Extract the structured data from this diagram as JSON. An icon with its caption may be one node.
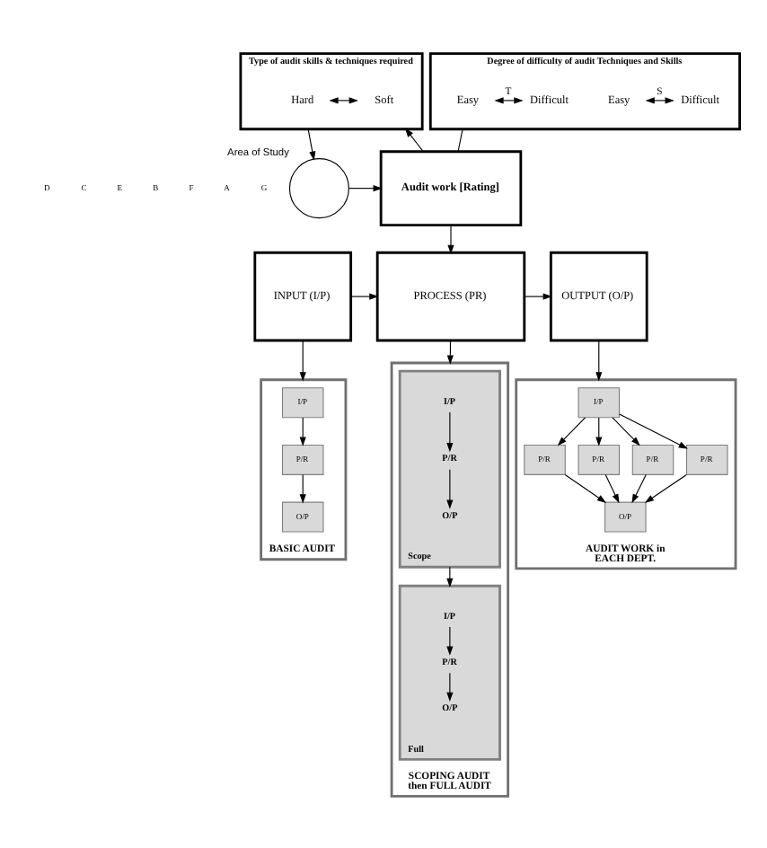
{
  "diagram": {
    "nodes": [
      {
        "text": [
          "Type of audit skills & techniques required"
        ]
      },
      {
        "text": [
          "Hard"
        ],
        "in": 0
      },
      {
        "text": [
          "Soft"
        ],
        "in": 0
      },
      {
        "text": [
          "Degree of difficulty of audit Techniques and Skills"
        ]
      },
      {
        "text": [
          "Easy"
        ],
        "in": 3
      },
      {
        "text": [
          "Difficult"
        ],
        "in": 3
      },
      {
        "text": [
          "Easy"
        ],
        "in": 3
      },
      {
        "text": [
          "Difficult"
        ],
        "in": 3
      },
      {
        "text": [],
        "shape": "circle",
        "beside": [
          "Area of Study"
        ]
      },
      {
        "text": [
          "Audit work [Rating]"
        ]
      },
      {
        "text": [
          "INPUT (I/P)"
        ]
      },
      {
        "text": [
          "PROCESS (PR)"
        ]
      },
      {
        "text": [
          "OUTPUT (O/P)"
        ]
      },
      {
        "text": [
          "BASIC AUDIT"
        ]
      },
      {
        "text": [
          "I/P"
        ],
        "in": 13
      },
      {
        "text": [
          "P/R"
        ],
        "in": 13
      },
      {
        "text": [
          "O/P"
        ],
        "in": 13
      },
      {
        "text": [
          "SCOPING AUDIT then FULL AUDIT"
        ]
      },
      {
        "text": [
          "Scope"
        ],
        "in": 17
      },
      {
        "text": [
          "I/P"
        ],
        "in": 18
      },
      {
        "text": [
          "P/R"
        ],
        "in": 18
      },
      {
        "text": [
          "O/P"
        ],
        "in": 18
      },
      {
        "text": [
          "Full"
        ],
        "in": 17
      },
      {
        "text": [
          "I/P"
        ],
        "in": 22
      },
      {
        "text": [
          "P/R"
        ],
        "in": 22
      },
      {
        "text": [
          "O/P"
        ],
        "in": 22
      },
      {
        "text": [
          "AUDIT WORK in EACH DEPT."
        ]
      },
      {
        "text": [
          "I/P"
        ],
        "in": 26
      },
      {
        "text": [
          "P/R"
        ],
        "in": 26
      },
      {
        "text": [
          "P/R"
        ],
        "in": 26
      },
      {
        "text": [
          "P/R"
        ],
        "in": 26
      },
      {
        "text": [
          "P/R"
        ],
        "in": 26
      },
      {
        "text": [
          "O/P"
        ],
        "in": 26
      }
    ],
    "edges": [
      {
        "from": 1,
        "to": 2,
        "arrow": "both"
      },
      {
        "from": 4,
        "to": 5,
        "arrow": "both",
        "label": "T"
      },
      {
        "from": 6,
        "to": 7,
        "arrow": "both",
        "label": "S"
      },
      {
        "from": 0,
        "to": 8,
        "arrow": "to"
      },
      {
        "from": 9,
        "to": 0,
        "arrow": "to"
      },
      {
        "from": 8,
        "to": 9,
        "arrow": "to"
      },
      {
        "from": 3,
        "to": 9,
        "arrow": "none"
      },
      {
        "from": 9,
        "to": 11,
        "arrow": "to"
      },
      {
        "from": 10,
        "to": 11,
        "arrow": "to"
      },
      {
        "from": 11,
        "to": 12,
        "arrow": "to"
      },
      {
        "from": 10,
        "to": 13,
        "arrow": "to"
      },
      {
        "from": 11,
        "to": 17,
        "arrow": "to"
      },
      {
        "from": 12,
        "to": 26,
        "arrow": "to"
      },
      {
        "from": 14,
        "to": 15,
        "arrow": "to"
      },
      {
        "from": 15,
        "to": 16,
        "arrow": "to"
      },
      {
        "from": 19,
        "to": 20,
        "arrow": "to"
      },
      {
        "from": 20,
        "to": 21,
        "arrow": "to"
      },
      {
        "from": 18,
        "to": 22,
        "arrow": "to"
      },
      {
        "from": 23,
        "to": 24,
        "arrow": "to"
      },
      {
        "from": 24,
        "to": 25,
        "arrow": "to"
      },
      {
        "from": 27,
        "to": 28,
        "arrow": "to"
      },
      {
        "from": 27,
        "to": 29,
        "arrow": "to"
      },
      {
        "from": 27,
        "to": 30,
        "arrow": "to"
      },
      {
        "from": 27,
        "to": 31,
        "arrow": "to"
      },
      {
        "from": 28,
        "to": 32,
        "arrow": "to"
      },
      {
        "from": 29,
        "to": 32,
        "arrow": "to"
      },
      {
        "from": 30,
        "to": 32,
        "arrow": "to"
      },
      {
        "from": 31,
        "to": 32,
        "arrow": "to"
      }
    ],
    "labels": [
      "D",
      "C",
      "E",
      "B",
      "F",
      "A",
      "G"
    ]
  }
}
